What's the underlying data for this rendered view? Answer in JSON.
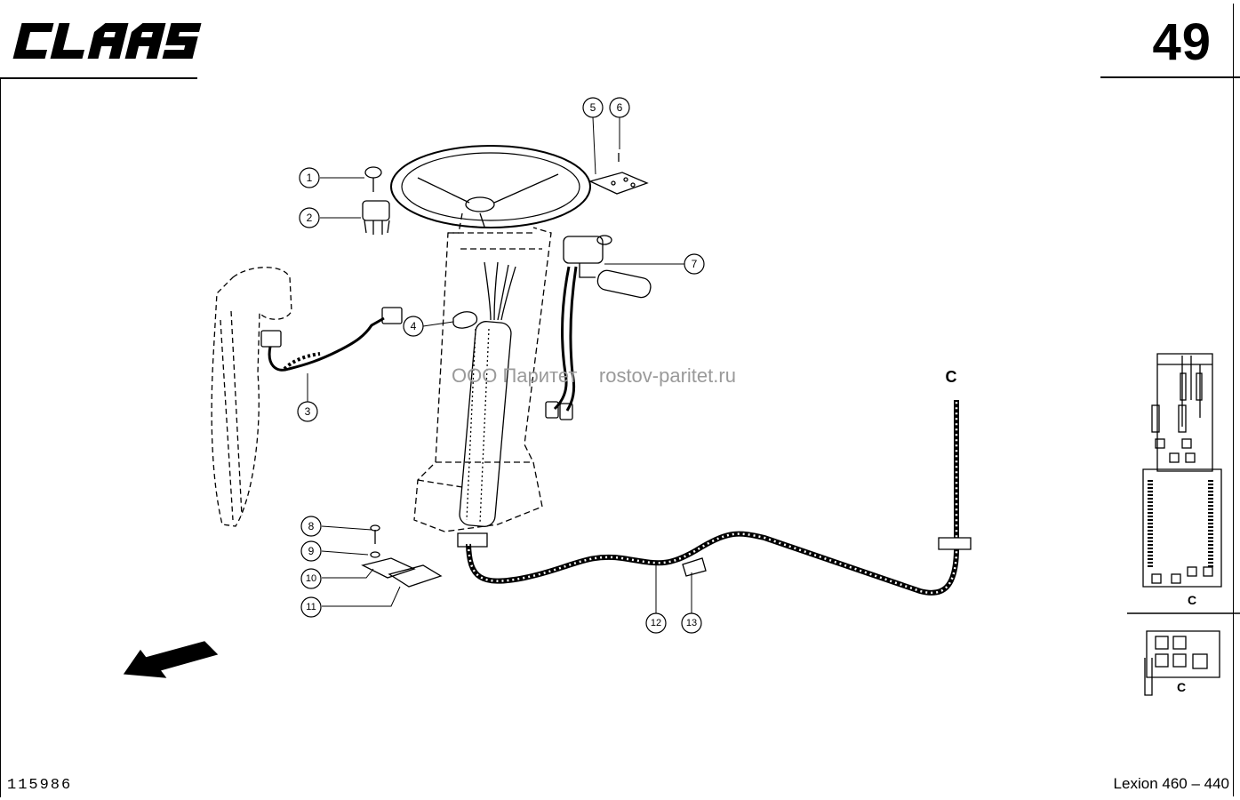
{
  "header": {
    "brand": "CLAAS",
    "page_number": "49"
  },
  "watermark": "ООО Паритет    rostov-paritet.ru",
  "footer": {
    "drawing_number": "115986",
    "model": "Lexion 460 – 440"
  },
  "callouts": [
    "1",
    "2",
    "3",
    "4",
    "5",
    "6",
    "7",
    "8",
    "9",
    "10",
    "11",
    "12",
    "13"
  ],
  "connector_labels": {
    "cable_end": "C",
    "board_label": "C",
    "connector_label": "C"
  }
}
